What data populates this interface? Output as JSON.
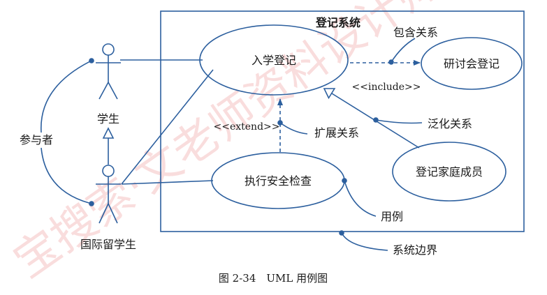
{
  "system_title": "登记系统",
  "actors": {
    "student": "学生",
    "intl_student": "国际留学生"
  },
  "use_cases": {
    "enrollment": "入学登记",
    "seminar": "研讨会登记",
    "security_check": "执行安全检查",
    "family": "登记家庭成员"
  },
  "stereotypes": {
    "include": "<<include>>",
    "extend": "<<extend>>"
  },
  "annotations": {
    "include_relation": "包含关系",
    "generalization_relation": "泛化关系",
    "extend_relation": "扩展关系",
    "participant": "参与者",
    "use_case": "用例",
    "system_boundary": "系统边界"
  },
  "caption": "图 2-34　UML 用例图",
  "watermark": "宝搜索·文老师资料设计师",
  "colors": {
    "line": "#2c5f9e",
    "text": "#1a1a1a",
    "watermark": "#f3b4b4"
  }
}
